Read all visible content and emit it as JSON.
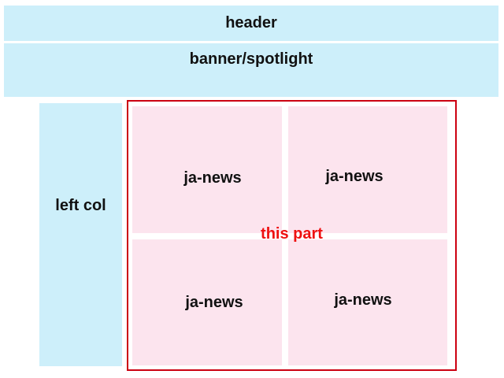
{
  "header": {
    "label": "header"
  },
  "banner": {
    "label": "banner/spotlight"
  },
  "left_col": {
    "label": "left col"
  },
  "main": {
    "highlight_label": "this part",
    "quadrants": [
      {
        "label": "ja-news"
      },
      {
        "label": "ja-news"
      },
      {
        "label": "ja-news"
      },
      {
        "label": "ja-news"
      }
    ]
  },
  "colors": {
    "block_cyan": "#cdeffa",
    "block_pink": "#fce4ee",
    "accent_red": "#cc0011",
    "highlight_red": "#ee1111",
    "text_black": "#111111"
  }
}
